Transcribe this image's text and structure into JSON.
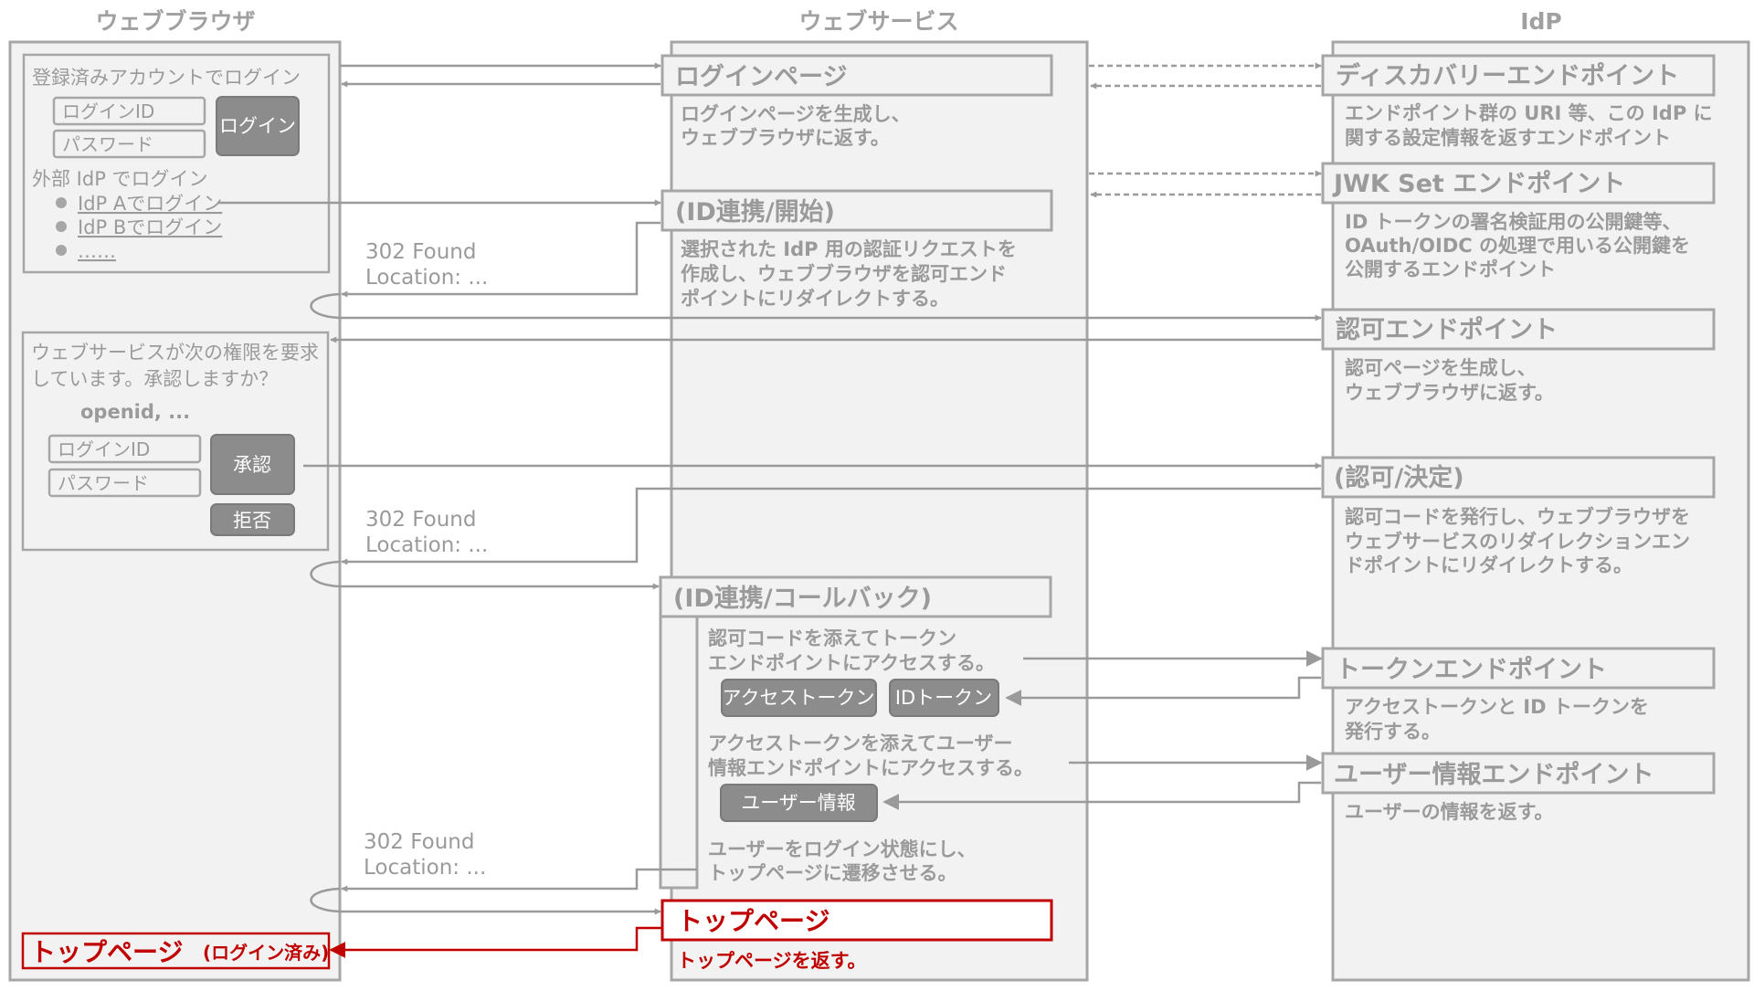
{
  "columns": {
    "browser": "ウェブブラウザ",
    "service": "ウェブサービス",
    "idp": "IdP"
  },
  "browser": {
    "login_box": {
      "title": "登録済みアカウントでログイン",
      "login_id": "ログインID",
      "password": "パスワード",
      "login_button": "ログイン",
      "external_title": "外部 IdP でログイン",
      "links": [
        "IdP Aでログイン",
        "IdP Bでログイン",
        "……"
      ]
    },
    "consent_box": {
      "line1": "ウェブサービスが次の権限を要求",
      "line2": "しています。承認しますか？",
      "scopes": "openid, ...",
      "login_id": "ログインID",
      "password": "パスワード",
      "approve_button": "承認",
      "deny_button": "拒否"
    },
    "top_page": {
      "title": "トップページ",
      "note": "(ログイン済み)"
    }
  },
  "service": {
    "login_page": {
      "title": "ログインページ",
      "desc": [
        "ログインページを生成し、",
        "ウェブブラウザに返す。"
      ]
    },
    "federation_start": {
      "title": "(ID連携/開始)",
      "desc": [
        "選択された IdP 用の認証リクエストを",
        "作成し、ウェブブラウザを認可エンド",
        "ポイントにリダイレクトする。"
      ]
    },
    "callback": {
      "title": "(ID連携/コールバック)",
      "desc1": [
        "認可コードを添えてトークン",
        "エンドポイントにアクセスする。"
      ],
      "access_token": "アクセストークン",
      "id_token": "IDトークン",
      "desc2": [
        "アクセストークンを添えてユーザー",
        "情報エンドポイントにアクセスする。"
      ],
      "user_info": "ユーザー情報",
      "desc3": [
        "ユーザーをログイン状態にし、",
        "トップページに遷移させる。"
      ]
    },
    "top_page": {
      "title": "トップページ",
      "desc": "トップページを返す。"
    }
  },
  "idp": {
    "discovery": {
      "title": "ディスカバリーエンドポイント",
      "desc": [
        "エンドポイント群の URI 等、この IdP に",
        "関する設定情報を返すエンドポイント"
      ]
    },
    "jwks": {
      "title": "JWK Set エンドポイント",
      "desc": [
        "ID トークンの署名検証用の公開鍵等、",
        "OAuth/OIDC の処理で用いる公開鍵を",
        "公開するエンドポイント"
      ]
    },
    "authorization": {
      "title": "認可エンドポイント",
      "desc": [
        "認可ページを生成し、",
        "ウェブブラウザに返す。"
      ]
    },
    "decision": {
      "title": "(認可/決定)",
      "desc": [
        "認可コードを発行し、ウェブブラウザを",
        "ウェブサービスのリダイレクションエン",
        "ドポイントにリダイレクトする。"
      ]
    },
    "token": {
      "title": "トークンエンドポイント",
      "desc": [
        "アクセストークンと ID トークンを",
        "発行する。"
      ]
    },
    "userinfo": {
      "title": "ユーザー情報エンドポイント",
      "desc": [
        "ユーザーの情報を返す。"
      ]
    }
  },
  "responses": {
    "redirect1": [
      "302 Found",
      "Location: ..."
    ],
    "redirect2": [
      "302 Found",
      "Location: ..."
    ],
    "redirect3": [
      "302 Found",
      "Location: ..."
    ]
  },
  "colors": {
    "gray": "#9a9a9a",
    "panel": "#f2f2f2",
    "button": "#8c8c8c",
    "highlight": "#c00000"
  }
}
